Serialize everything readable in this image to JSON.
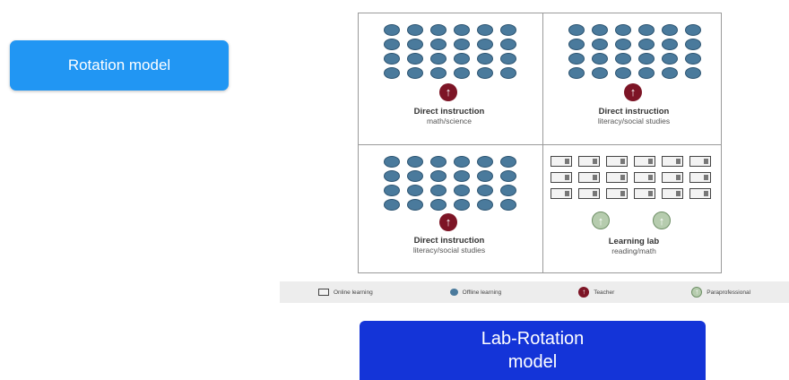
{
  "rotation_button": {
    "label": "Rotation model"
  },
  "quadrants": [
    {
      "title": "Direct instruction",
      "subtitle": "math/science"
    },
    {
      "title": "Direct instruction",
      "subtitle": "literacy/social studies"
    },
    {
      "title": "Direct instruction",
      "subtitle": "literacy/social studies"
    },
    {
      "title": "Learning lab",
      "subtitle": "reading/math"
    }
  ],
  "legend": {
    "online": "Online learning",
    "offline": "Offline learning",
    "teacher": "Teacher",
    "paraprofessional": "Paraprofessional"
  },
  "lab_button": {
    "line1": "Lab-Rotation",
    "line2": "model"
  },
  "icons": {
    "teacher": "arrow-up",
    "paraprofessional": "arrow-up"
  },
  "colors": {
    "rotation_button": "#2196f3",
    "lab_button": "#1434d8",
    "student_dot": "#4a7a9c",
    "teacher": "#7d1526",
    "paraprofessional": "#b6ccae"
  }
}
